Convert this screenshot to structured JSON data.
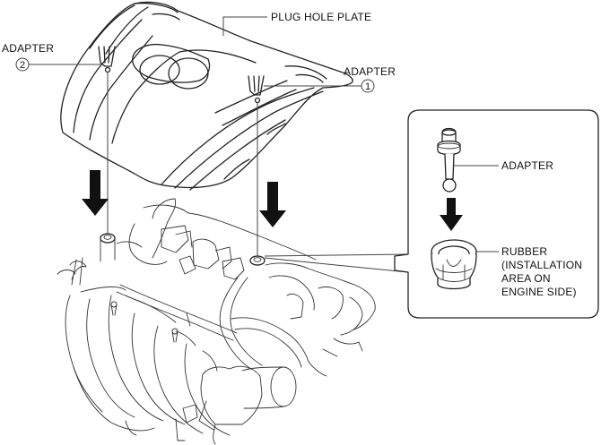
{
  "diagram": {
    "type": "exploded-installation-view",
    "subject": "Plug hole plate installation onto engine",
    "labels": {
      "plug_hole_plate": "PLUG HOLE PLATE",
      "adapter_1": "ADAPTER",
      "adapter_1_number": "1",
      "adapter_2": "ADAPTER",
      "adapter_2_number": "2",
      "detail_adapter": "ADAPTER",
      "detail_rubber_line1": "RUBBER",
      "detail_rubber_line2": "(INSTALLATION",
      "detail_rubber_line3": "AREA ON",
      "detail_rubber_line4": "ENGINE SIDE)"
    },
    "arrows": [
      {
        "name": "install-arrow-left",
        "direction": "down"
      },
      {
        "name": "install-arrow-right",
        "direction": "down"
      },
      {
        "name": "detail-arrow",
        "direction": "down"
      }
    ],
    "colors": {
      "line": "#222222",
      "background": "#ffffff",
      "arrow": "#111111"
    }
  }
}
